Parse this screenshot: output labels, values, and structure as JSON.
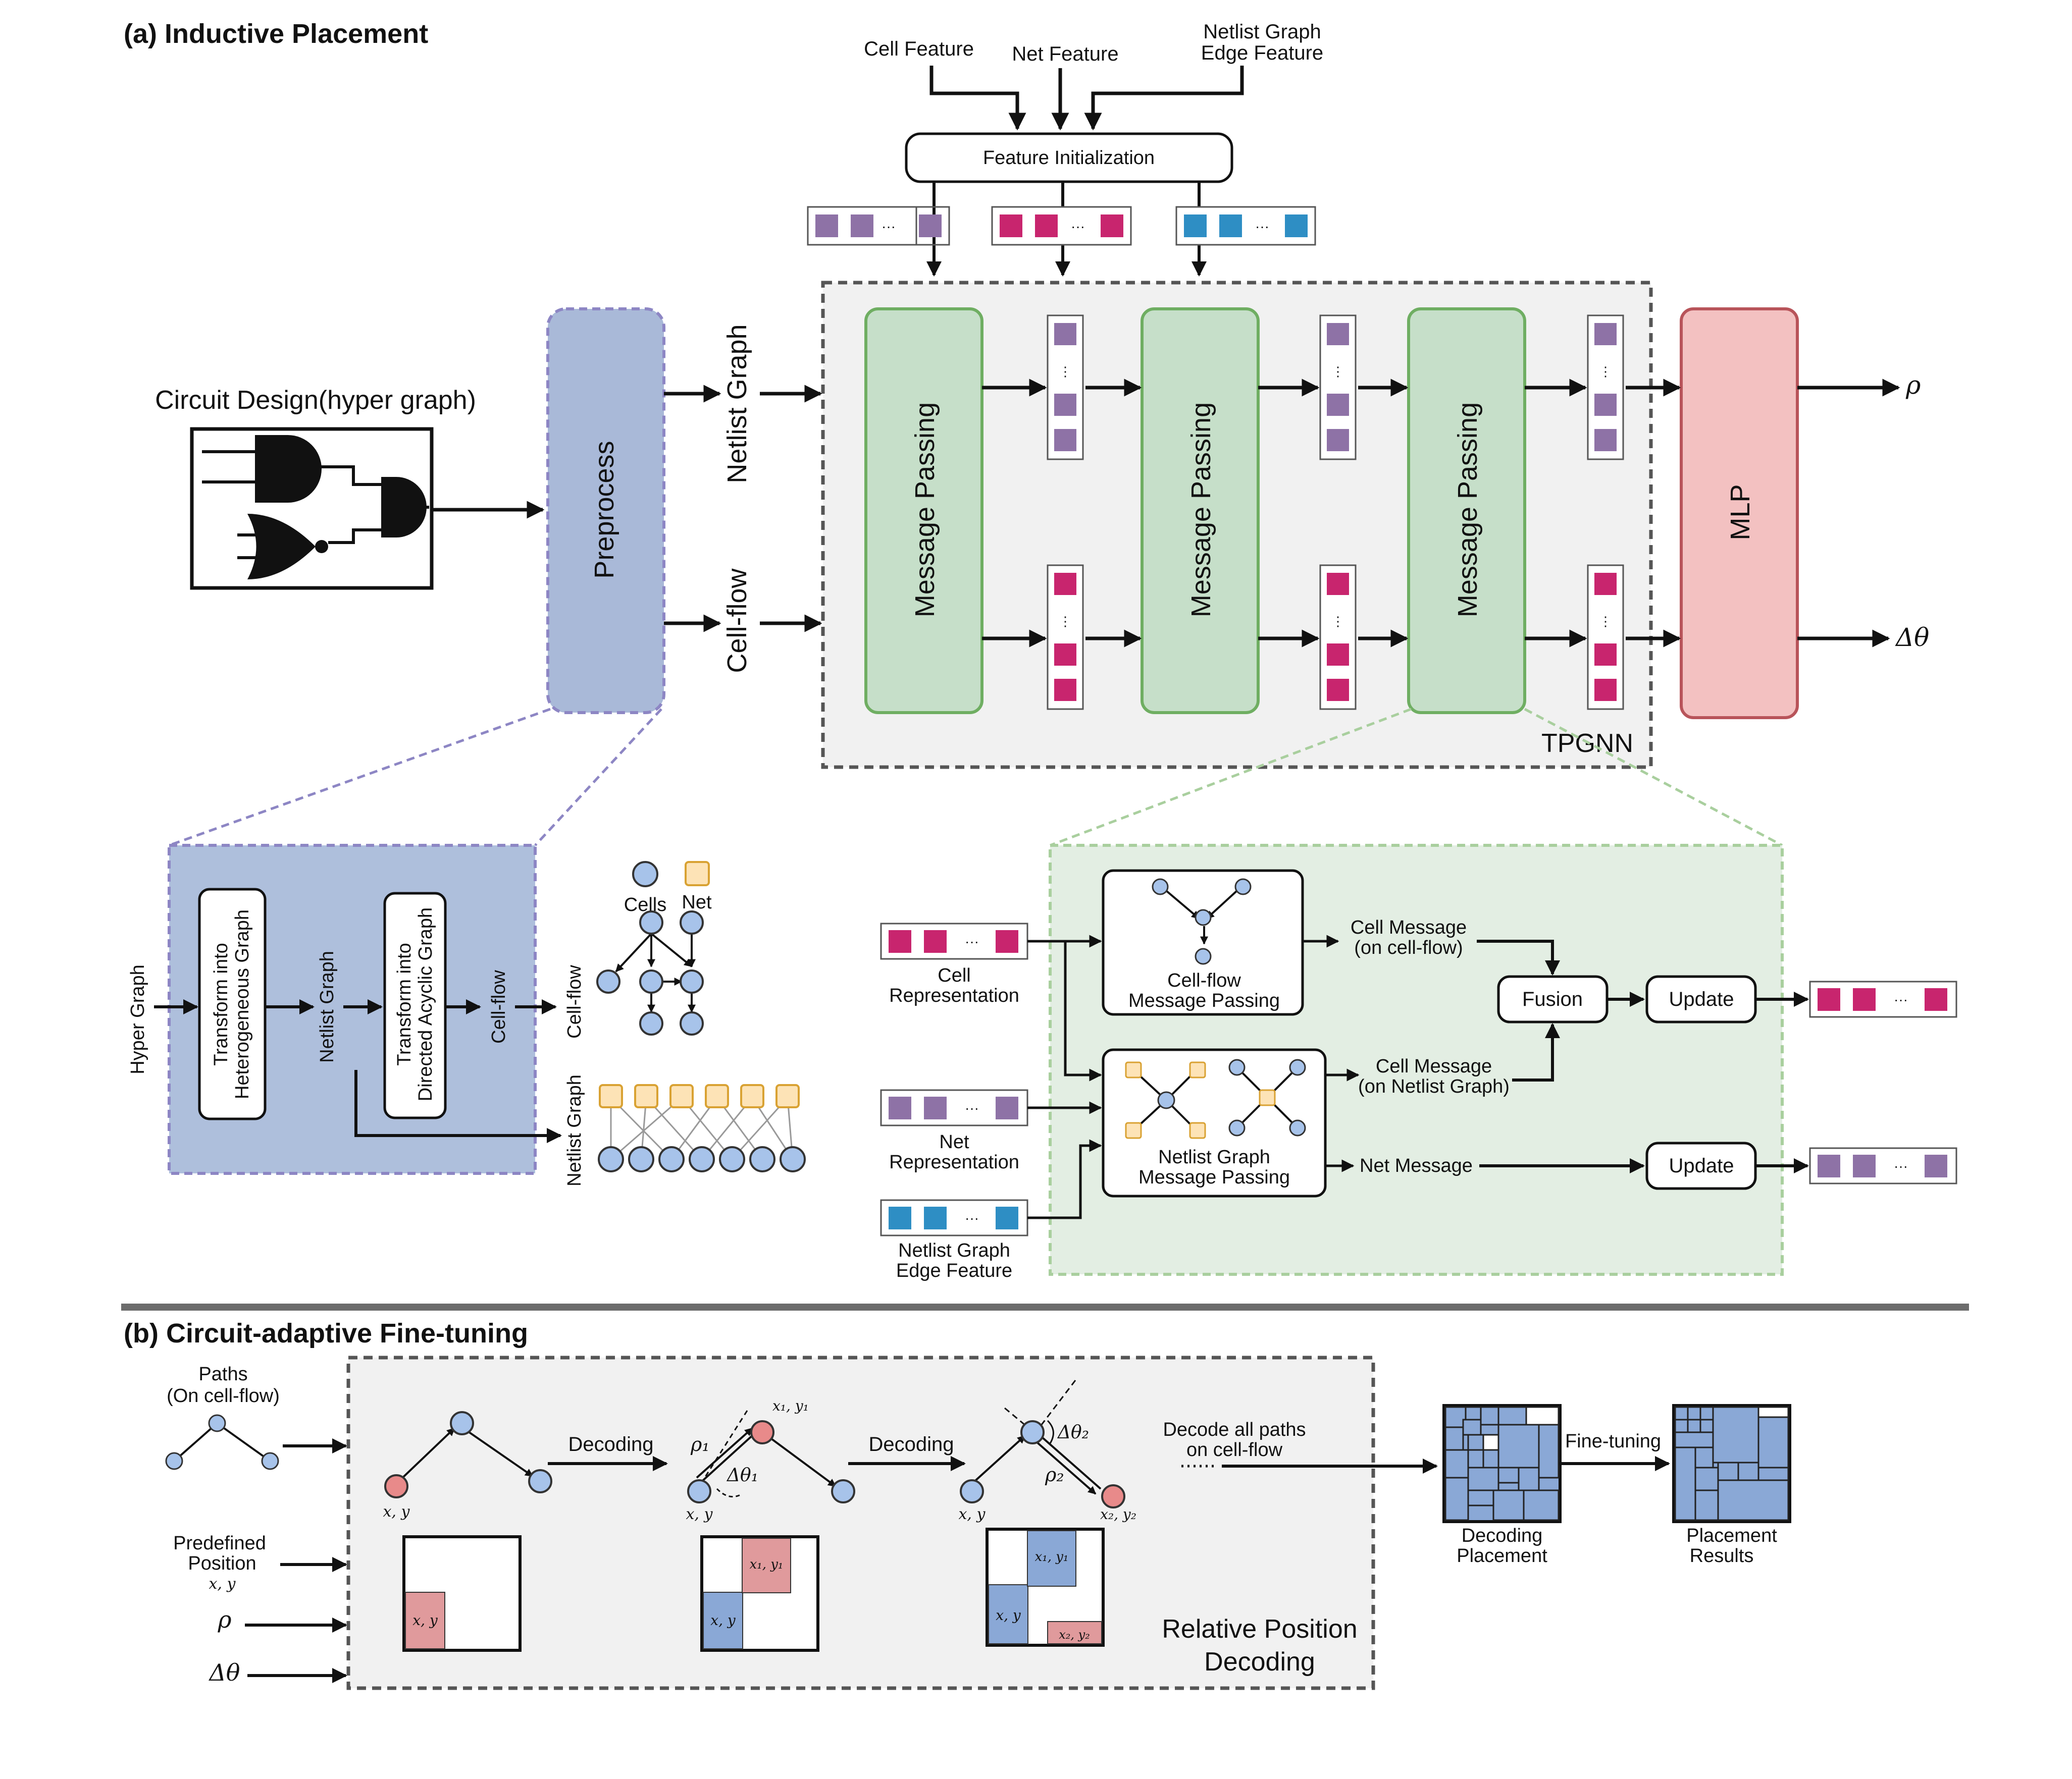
{
  "colors": {
    "purple": "#8e72a6",
    "magenta": "#c8256e",
    "blue": "#2e8ec4",
    "preprocess_fill": "#a9b9d8",
    "preprocess_border": "#8d86c4",
    "mp_fill": "#c6dfc9",
    "mp_border": "#6fae62",
    "mlp_fill": "#f3c1c1",
    "mlp_border": "#b8545a",
    "tpgnn_bg": "#f1f1f1",
    "detail_green_bg": "#e3eee3",
    "detail_blue_bg": "#aebfdc",
    "cell_node": "#a7c3ea",
    "net_node": "#fde3b6",
    "net_border": "#d9a233",
    "red_node": "#e88a8a",
    "divider": "#6c6c6c"
  },
  "section_a": {
    "title": "(a) Inductive Placement",
    "inputs": {
      "cell_feature": "Cell Feature",
      "net_feature": "Net Feature",
      "edge_feature_line1": "Netlist Graph",
      "edge_feature_line2": "Edge Feature"
    },
    "feature_init": "Feature Initialization",
    "ellipsis": "···",
    "circuit_design": "Circuit Design(hyper graph)",
    "preprocess": "Preprocess",
    "netlist_graph": "Netlist Graph",
    "cell_flow": "Cell-flow",
    "message_passing": "Message Passing",
    "mlp": "MLP",
    "tpgnn": "TPGNN",
    "out_rho": "ρ",
    "out_dtheta": "Δθ",
    "pre_detail": {
      "hyper_graph": "Hyper Graph",
      "transform_hetero_line1": "Transform into",
      "transform_hetero_line2": "Heterogeneous Graph",
      "netlist_graph": "Netlist Graph",
      "transform_dag_line1": "Transform into",
      "transform_dag_line2": "Directed Acyclic Graph",
      "cell_flow": "Cell-flow",
      "legend_cells": "Cells",
      "legend_net": "Net",
      "side_cell_flow": "Cell-flow",
      "side_netlist_graph": "Netlist Graph"
    },
    "mp_detail": {
      "cell_rep_line1": "Cell",
      "cell_rep_line2": "Representation",
      "net_rep_line1": "Net",
      "net_rep_line2": "Representation",
      "edge_feat_line1": "Netlist Graph",
      "edge_feat_line2": "Edge Feature",
      "cellflow_mp_line1": "Cell-flow",
      "cellflow_mp_line2": "Message Passing",
      "netlist_mp_line1": "Netlist Graph",
      "netlist_mp_line2": "Message Passing",
      "cell_msg_cf_line1": "Cell Message",
      "cell_msg_cf_line2": "(on cell-flow)",
      "cell_msg_ng_line1": "Cell Message",
      "cell_msg_ng_line2": "(on Netlist Graph)",
      "net_message": "Net Message",
      "fusion": "Fusion",
      "update": "Update"
    }
  },
  "section_b": {
    "title": "(b) Circuit-adaptive Fine-tuning",
    "paths_line1": "Paths",
    "paths_line2": "(On cell-flow)",
    "predefined_line1": "Predefined",
    "predefined_line2": "Position",
    "xy": "x, y",
    "x1y1": "x₁, y₁",
    "x2y2": "x₂, y₂",
    "rho": "ρ",
    "dtheta": "Δθ",
    "rho1": "ρ₁",
    "rho2": "ρ₂",
    "dtheta1": "Δθ₁",
    "dtheta2": "Δθ₂",
    "decoding": "Decoding",
    "decode_all_line1": "Decode all paths",
    "decode_all_line2": "on cell-flow",
    "rel_pos_line1": "Relative Position",
    "rel_pos_line2": "Decoding",
    "decoding_placement_line1": "Decoding",
    "decoding_placement_line2": "Placement",
    "fine_tuning": "Fine-tuning",
    "placement_results_line1": "Placement",
    "placement_results_line2": "Results"
  }
}
